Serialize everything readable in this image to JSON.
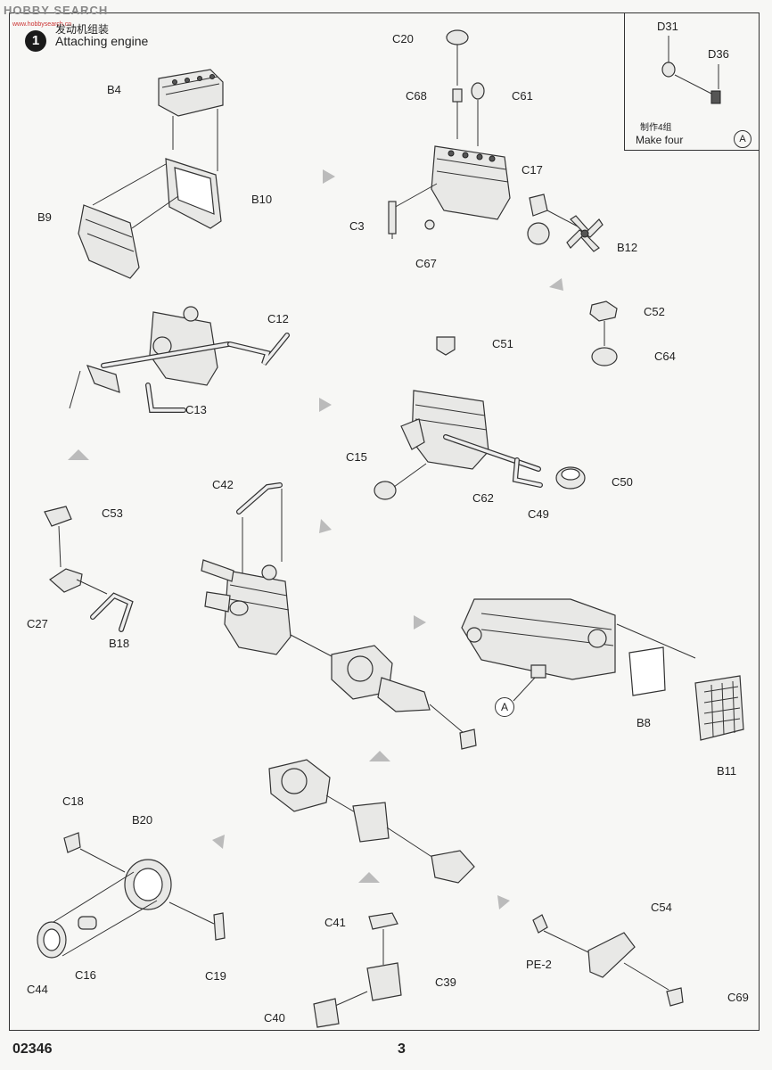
{
  "watermark": {
    "text": "HOBBY SEARCH",
    "site": "www.hobbysearch.cn"
  },
  "header": {
    "step_number": "1",
    "title_cn": "发动机组装",
    "title_en": "Attaching engine"
  },
  "inset": {
    "make_cn": "制作4组",
    "make_en": "Make four",
    "ref": "A"
  },
  "labels": {
    "D31": "D31",
    "D36": "D36",
    "B4": "B4",
    "B10": "B10",
    "B9": "B9",
    "C20": "C20",
    "C68": "C68",
    "C61": "C61",
    "C17": "C17",
    "C3": "C3",
    "C67": "C67",
    "B12": "B12",
    "C12": "C12",
    "C13": "C13",
    "C52": "C52",
    "C64": "C64",
    "C51": "C51",
    "C15": "C15",
    "C62": "C62",
    "C49": "C49",
    "C50": "C50",
    "C42": "C42",
    "C53": "C53",
    "C27": "C27",
    "B18": "B18",
    "B8": "B8",
    "B11": "B11",
    "A": "A",
    "C18": "C18",
    "B20": "B20",
    "C44": "C44",
    "C16": "C16",
    "C19": "C19",
    "C41": "C41",
    "C39": "C39",
    "C40": "C40",
    "C54": "C54",
    "PE2": "PE-2",
    "C69": "C69"
  },
  "footer": {
    "code": "02346",
    "page": "3"
  }
}
